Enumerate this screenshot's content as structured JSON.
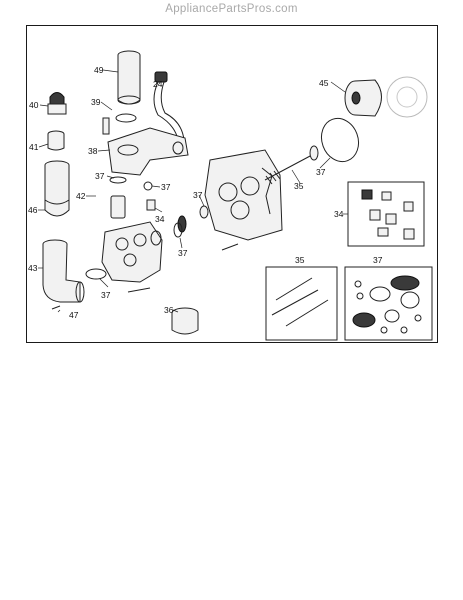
{
  "header": {
    "site_name": "AppliancePartsPros.com"
  },
  "callouts": {
    "c49": "49",
    "c24": "24",
    "c39": "39",
    "c38": "38",
    "c40": "40",
    "c41": "41",
    "c42": "42",
    "c46": "46",
    "c43": "43",
    "c47": "47",
    "c37a": "37",
    "c37b": "37",
    "c37c": "37",
    "c37d": "37",
    "c37e": "37",
    "c37f": "37",
    "c34a": "34",
    "c34b": "34",
    "c36": "36",
    "c35a": "35",
    "c35b": "35",
    "c45": "45",
    "c37g": "37"
  },
  "colors": {
    "line": "#222222",
    "header_text": "#a9a9a9",
    "frame": "#1a1a1a"
  }
}
